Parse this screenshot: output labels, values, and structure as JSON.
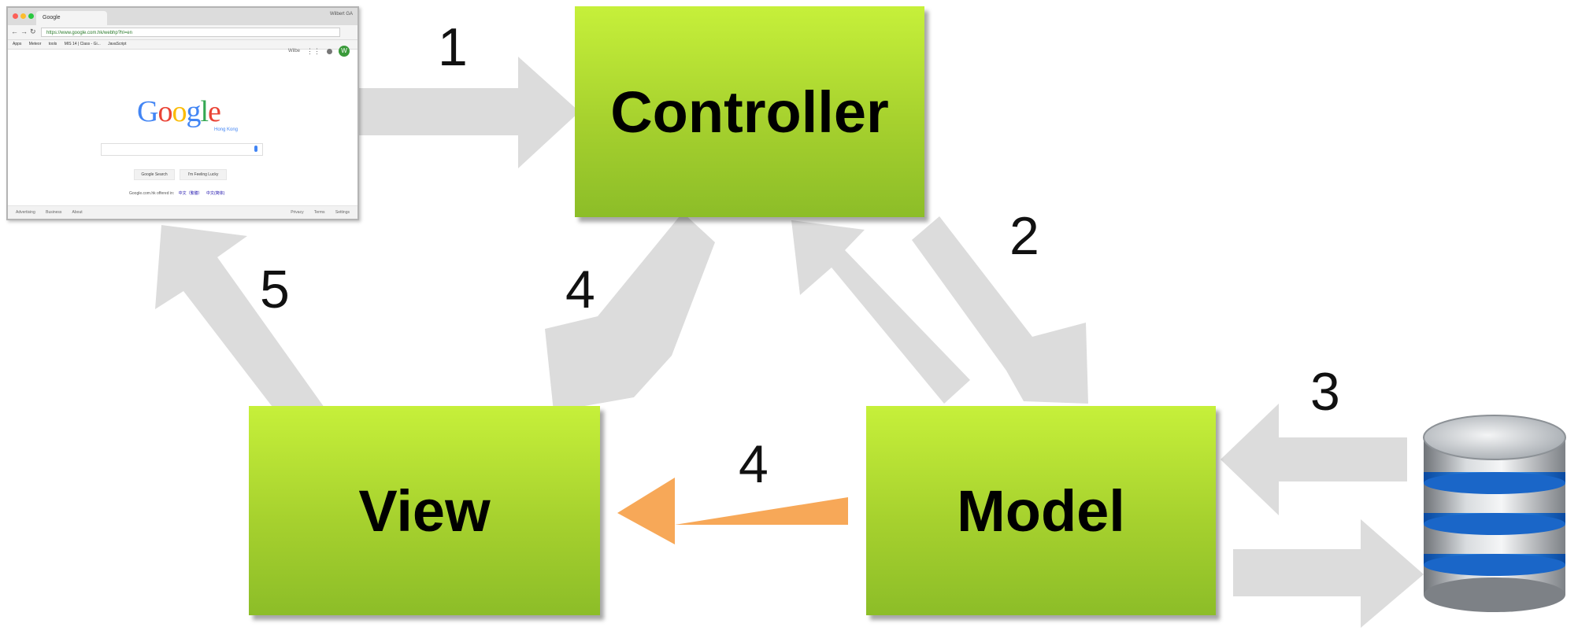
{
  "labels": {
    "controller": "Controller",
    "view": "View",
    "model": "Model"
  },
  "steps": [
    "1",
    "2",
    "3",
    "4",
    "4",
    "5"
  ],
  "colors": {
    "box": "#a6d12e",
    "arrow": "#dcdcdc",
    "highlight_arrow": "#f7a858"
  },
  "icons": {
    "database": "database-icon"
  },
  "browser": {
    "tab_title": "Google",
    "user": "Wilbert GA",
    "url": "https://www.google.com.hk/webhp?hl=en",
    "bookmarks": [
      "Apps",
      "Meteor",
      "tools",
      "MIS 14 | Class - Gi...",
      "JavaScript"
    ],
    "top_links": [
      "Wilbe",
      "W"
    ],
    "logo": "Google",
    "logo_sub": "Hong Kong",
    "buttons": [
      "Google Search",
      "I'm Feeling Lucky"
    ],
    "offered_text": "Google.com.hk offered in:",
    "offered_links": [
      "中文（繁體）",
      "中文(简体)"
    ],
    "footer_left": [
      "Advertising",
      "Business",
      "About"
    ],
    "footer_right": [
      "Privacy",
      "Terms",
      "Settings"
    ]
  }
}
